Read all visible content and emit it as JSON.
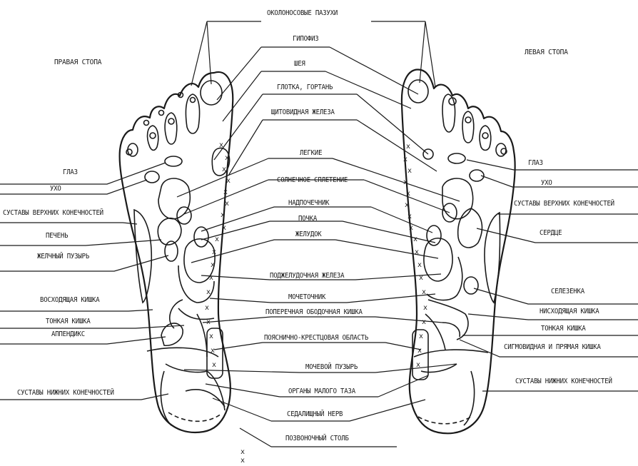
{
  "titles": {
    "right_foot": "ПРАВАЯ СТОПА",
    "left_foot": "ЛЕВАЯ СТОПА"
  },
  "labels": {
    "sinuses": "ОКОЛОНОСОВЫЕ ПАЗУХИ",
    "pituitary": "ГИПОФИЗ",
    "neck": "ШЕЯ",
    "throat": "ГЛОТКА, ГОРТАНЬ",
    "thyroid": "ЩИТОВИДНАЯ ЖЕЛЕЗА",
    "lungs": "ЛЕГКИЕ",
    "solar_plexus": "СОЛНЕЧНОЕ СПЛЕТЕНИЕ",
    "adrenal": "НАДПОЧЕЧНИК",
    "kidney": "ПОЧКА",
    "stomach": "ЖЕЛУДОК",
    "pancreas": "ПОДЖЕЛУДОЧНАЯ ЖЕЛЕЗА",
    "ureter": "МОЧЕТОЧНИК",
    "transverse_colon": "ПОПЕРЕЧНАЯ ОБОДОЧНАЯ КИШКА",
    "lumbosacral": "ПОЯСНИЧНО-КРЕСТЦОВАЯ ОБЛАСТЬ",
    "bladder": "МОЧЕВОЙ ПУЗЫРЬ",
    "pelvic_organs": "ОРГАНЫ МАЛОГО ТАЗА",
    "sciatic": "СЕДАЛИЩНЫЙ НЕРВ",
    "spine": "ПОЗВОНОЧНЫЙ СТОЛБ",
    "eye_r": "ГЛАЗ",
    "ear_r": "УХО",
    "upper_joints_r": "СУСТАВЫ ВЕРХНИХ КОНЕЧНОСТЕЙ",
    "liver": "ПЕЧЕНЬ",
    "gallbladder": "ЖЕЛЧНЫЙ ПУЗЫРЬ",
    "ascending_colon": "ВОСХОДЯЩАЯ КИШКА",
    "small_int_r": "ТОНКАЯ КИШКА",
    "appendix": "АППЕНДИКС",
    "lower_joints_r": "СУСТАВЫ НИЖНИХ КОНЕЧНОСТЕЙ",
    "eye_l": "ГЛАЗ",
    "ear_l": "УХО",
    "upper_joints_l": "СУСТАВЫ ВЕРХНИХ КОНЕЧНОСТЕЙ",
    "heart": "СЕРДЦЕ",
    "spleen": "СЕЛЕЗЕНКА",
    "descending_colon": "НИСХОДЯЩАЯ КИШКА",
    "small_int_l": "ТОНКАЯ КИШКА",
    "sigmoid": "СИГМОВИДНАЯ И ПРЯМАЯ КИШКА",
    "lower_joints_l": "СУСТАВЫ НИЖНИХ КОНЕЧНОСТЕЙ"
  },
  "legend": {
    "spine_marker": "x"
  }
}
